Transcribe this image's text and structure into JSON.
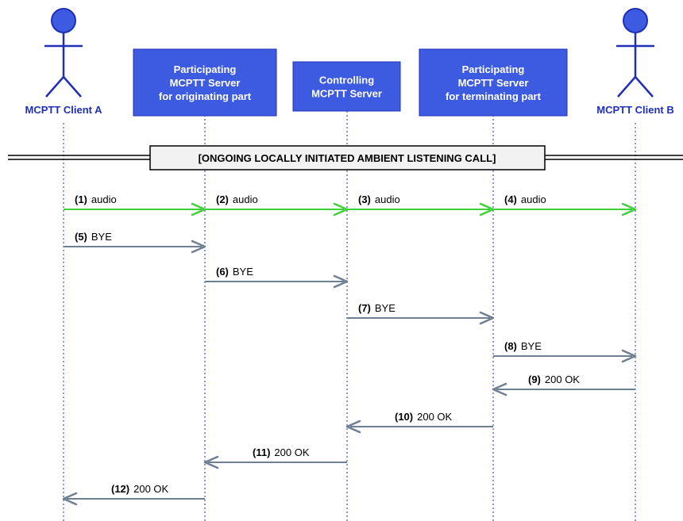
{
  "participants": [
    {
      "id": "client-a",
      "kind": "actor",
      "label": "MCPTT Client A"
    },
    {
      "id": "orig-server",
      "kind": "box",
      "lines": [
        "Participating",
        "MCPTT Server",
        "for originating part"
      ]
    },
    {
      "id": "ctrl-server",
      "kind": "box",
      "lines": [
        "Controlling",
        "MCPTT Server"
      ]
    },
    {
      "id": "term-server",
      "kind": "box",
      "lines": [
        "Participating",
        "MCPTT Server",
        "for terminating part"
      ]
    },
    {
      "id": "client-b",
      "kind": "actor",
      "label": "MCPTT Client B"
    }
  ],
  "banner": "[ONGOING LOCALLY INITIATED AMBIENT LISTENING CALL]",
  "messages": [
    {
      "num": "(1)",
      "label": "audio",
      "from": 0,
      "to": 1,
      "kind": "media"
    },
    {
      "num": "(2)",
      "label": "audio",
      "from": 1,
      "to": 2,
      "kind": "media"
    },
    {
      "num": "(3)",
      "label": "audio",
      "from": 2,
      "to": 3,
      "kind": "media"
    },
    {
      "num": "(4)",
      "label": "audio",
      "from": 3,
      "to": 4,
      "kind": "media"
    },
    {
      "num": "(5)",
      "label": "BYE",
      "from": 0,
      "to": 1,
      "kind": "signal"
    },
    {
      "num": "(6)",
      "label": "BYE",
      "from": 1,
      "to": 2,
      "kind": "signal"
    },
    {
      "num": "(7)",
      "label": "BYE",
      "from": 2,
      "to": 3,
      "kind": "signal"
    },
    {
      "num": "(8)",
      "label": "BYE",
      "from": 3,
      "to": 4,
      "kind": "signal"
    },
    {
      "num": "(9)",
      "label": "200 OK",
      "from": 4,
      "to": 3,
      "kind": "signal"
    },
    {
      "num": "(10)",
      "label": "200 OK",
      "from": 3,
      "to": 2,
      "kind": "signal"
    },
    {
      "num": "(11)",
      "label": "200 OK",
      "from": 2,
      "to": 1,
      "kind": "signal"
    },
    {
      "num": "(12)",
      "label": "200 OK",
      "from": 1,
      "to": 0,
      "kind": "signal"
    }
  ],
  "colors": {
    "box_fill": "#3d5be0",
    "box_stroke": "#1f2fb8",
    "actor": "#1f2fb8",
    "actor_head": "#3d5be0",
    "lifeline": "#1f2fb8",
    "media_arrow": "#3fd13a",
    "signal_arrow": "#6e7f94",
    "banner_fill": "#f2f2f2",
    "banner_stroke": "#000000"
  }
}
